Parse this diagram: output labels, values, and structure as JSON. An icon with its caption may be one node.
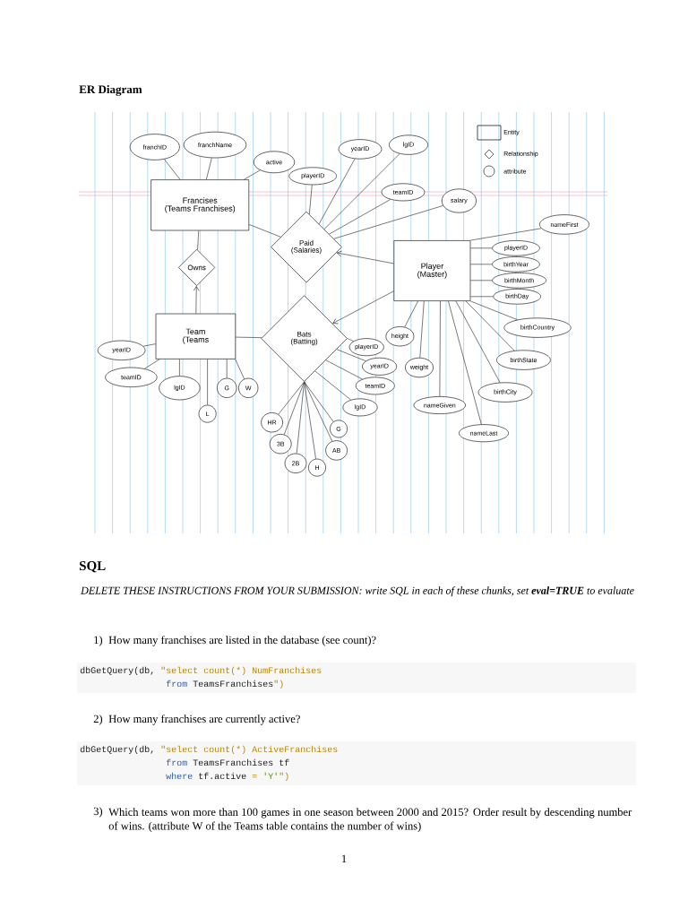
{
  "diagram": {
    "title": "ER Diagram",
    "nodes": [
      {
        "text": [
          "Francises",
          "(Teams Franchises)"
        ]
      },
      {
        "text": [
          "franchID"
        ]
      },
      {
        "text": [
          "franchName"
        ]
      },
      {
        "text": [
          "active"
        ]
      },
      {
        "text": [
          "Paid",
          "(Salaries)"
        ]
      },
      {
        "text": [
          "playerID"
        ]
      },
      {
        "text": [
          "yearID"
        ]
      },
      {
        "text": [
          "lgID"
        ]
      },
      {
        "text": [
          "teamID"
        ]
      },
      {
        "text": [
          "salary"
        ]
      },
      {
        "text": [
          "Owns"
        ]
      },
      {
        "text": [
          "Player",
          "(Master)"
        ]
      },
      {
        "text": [
          "nameFirst"
        ]
      },
      {
        "text": [
          "playerID"
        ]
      },
      {
        "text": [
          "birthYear"
        ]
      },
      {
        "text": [
          "birthMonth"
        ]
      },
      {
        "text": [
          "birthDay"
        ]
      },
      {
        "text": [
          "birthCountry"
        ]
      },
      {
        "text": [
          "birthState"
        ]
      },
      {
        "text": [
          "birthCity"
        ]
      },
      {
        "text": [
          "nameLast"
        ]
      },
      {
        "text": [
          "nameGiven"
        ]
      },
      {
        "text": [
          "weight"
        ]
      },
      {
        "text": [
          "height"
        ]
      },
      {
        "text": [
          "Team",
          "(Teams"
        ]
      },
      {
        "text": [
          "yearID"
        ]
      },
      {
        "text": [
          "teamID"
        ]
      },
      {
        "text": [
          "lgID"
        ]
      },
      {
        "text": [
          "G"
        ]
      },
      {
        "text": [
          "W"
        ]
      },
      {
        "text": [
          "L"
        ]
      },
      {
        "text": [
          "Bats",
          "(Batting)"
        ]
      },
      {
        "text": [
          "playerID"
        ]
      },
      {
        "text": [
          "yearID"
        ]
      },
      {
        "text": [
          "teamID"
        ]
      },
      {
        "text": [
          "lgID"
        ]
      },
      {
        "text": [
          "G"
        ]
      },
      {
        "text": [
          "AB"
        ]
      },
      {
        "text": [
          "H"
        ]
      },
      {
        "text": [
          "2B"
        ]
      },
      {
        "text": [
          "3B"
        ]
      },
      {
        "text": [
          "HR"
        ]
      }
    ],
    "edges": [
      {
        "from": 0,
        "to": 1,
        "arrow": "none"
      },
      {
        "from": 0,
        "to": 2,
        "arrow": "none"
      },
      {
        "from": 0,
        "to": 3,
        "arrow": "none"
      },
      {
        "from": 0,
        "to": 4,
        "arrow": "none"
      },
      {
        "from": 4,
        "to": 5,
        "arrow": "none"
      },
      {
        "from": 4,
        "to": 6,
        "arrow": "none"
      },
      {
        "from": 4,
        "to": 7,
        "arrow": "none"
      },
      {
        "from": 4,
        "to": 8,
        "arrow": "none"
      },
      {
        "from": 4,
        "to": 9,
        "arrow": "none"
      },
      {
        "from": 0,
        "to": 10,
        "arrow": "none"
      },
      {
        "from": 24,
        "to": 10,
        "arrow": "to"
      },
      {
        "from": 11,
        "to": 4,
        "arrow": "to"
      },
      {
        "from": 11,
        "to": 31,
        "arrow": "to"
      },
      {
        "from": 11,
        "to": 12,
        "arrow": "none"
      },
      {
        "from": 11,
        "to": 13,
        "arrow": "none"
      },
      {
        "from": 11,
        "to": 14,
        "arrow": "none"
      },
      {
        "from": 11,
        "to": 15,
        "arrow": "none"
      },
      {
        "from": 11,
        "to": 16,
        "arrow": "none"
      },
      {
        "from": 11,
        "to": 17,
        "arrow": "none"
      },
      {
        "from": 11,
        "to": 18,
        "arrow": "none"
      },
      {
        "from": 11,
        "to": 19,
        "arrow": "none"
      },
      {
        "from": 11,
        "to": 20,
        "arrow": "none"
      },
      {
        "from": 11,
        "to": 21,
        "arrow": "none"
      },
      {
        "from": 11,
        "to": 22,
        "arrow": "none"
      },
      {
        "from": 11,
        "to": 23,
        "arrow": "none"
      },
      {
        "from": 24,
        "to": 25,
        "arrow": "none"
      },
      {
        "from": 24,
        "to": 26,
        "arrow": "none"
      },
      {
        "from": 24,
        "to": 27,
        "arrow": "none"
      },
      {
        "from": 24,
        "to": 28,
        "arrow": "none"
      },
      {
        "from": 24,
        "to": 29,
        "arrow": "none"
      },
      {
        "from": 24,
        "to": 30,
        "arrow": "none"
      },
      {
        "from": 24,
        "to": 31,
        "arrow": "none"
      },
      {
        "from": 31,
        "to": 32,
        "arrow": "none"
      },
      {
        "from": 31,
        "to": 33,
        "arrow": "none"
      },
      {
        "from": 31,
        "to": 34,
        "arrow": "none"
      },
      {
        "from": 31,
        "to": 35,
        "arrow": "none"
      },
      {
        "from": 31,
        "to": 36,
        "arrow": "none"
      },
      {
        "from": 31,
        "to": 37,
        "arrow": "none"
      },
      {
        "from": 31,
        "to": 38,
        "arrow": "none"
      },
      {
        "from": 31,
        "to": 39,
        "arrow": "none"
      },
      {
        "from": 31,
        "to": 40,
        "arrow": "none"
      },
      {
        "from": 31,
        "to": 41,
        "arrow": "none"
      }
    ],
    "labels": [
      "SQL",
      "DELETE THESE INSTRUCTIONS FROM YOUR SUBMISSION: write SQL in each of these chunks, set **eval=TRUE** to evaluate",
      "1)",
      "How many franchises are listed in the database (see count)?",
      "dbGetQuery(db,",
      "\"select count(*) NumFranchises",
      "from",
      "TeamsFranchises",
      "\")",
      "2)",
      "How many franchises are currently active?",
      "dbGetQuery(db,",
      "\"select count(*) ActiveFranchises",
      "from",
      "TeamsFranchises tf",
      "where",
      "tf.active",
      "=",
      "'Y'",
      "\")",
      "3)",
      "Which teams won more than 100 games in one season between 2000 and 2015? Order result by descending number of wins. (attribute W of the Teams table contains the number of wins)",
      "1"
    ],
    "legend": [
      {
        "text": "Entity"
      },
      {
        "text": "Relationship"
      },
      {
        "text": "attribute"
      }
    ]
  }
}
